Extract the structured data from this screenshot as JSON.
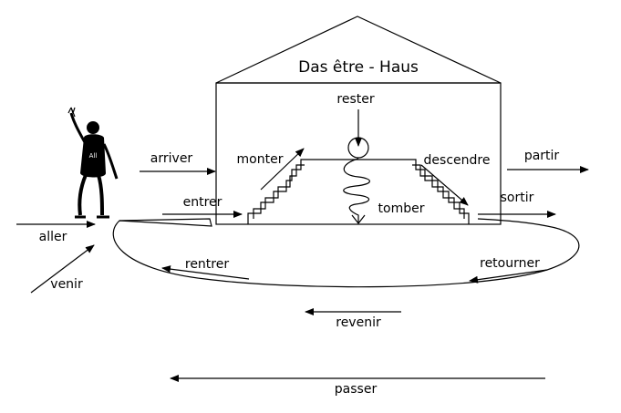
{
  "house": {
    "title": "Das être - Haus"
  },
  "figure": {
    "shirt_label": "All"
  },
  "verbs": {
    "rester": "rester",
    "arriver": "arriver",
    "monter": "monter",
    "descendre": "descendre",
    "partir": "partir",
    "entrer": "entrer",
    "tomber": "tomber",
    "sortir": "sortir",
    "aller": "aller",
    "venir": "venir",
    "rentrer": "rentrer",
    "retourner": "retourner",
    "revenir": "revenir",
    "passer": "passer"
  }
}
